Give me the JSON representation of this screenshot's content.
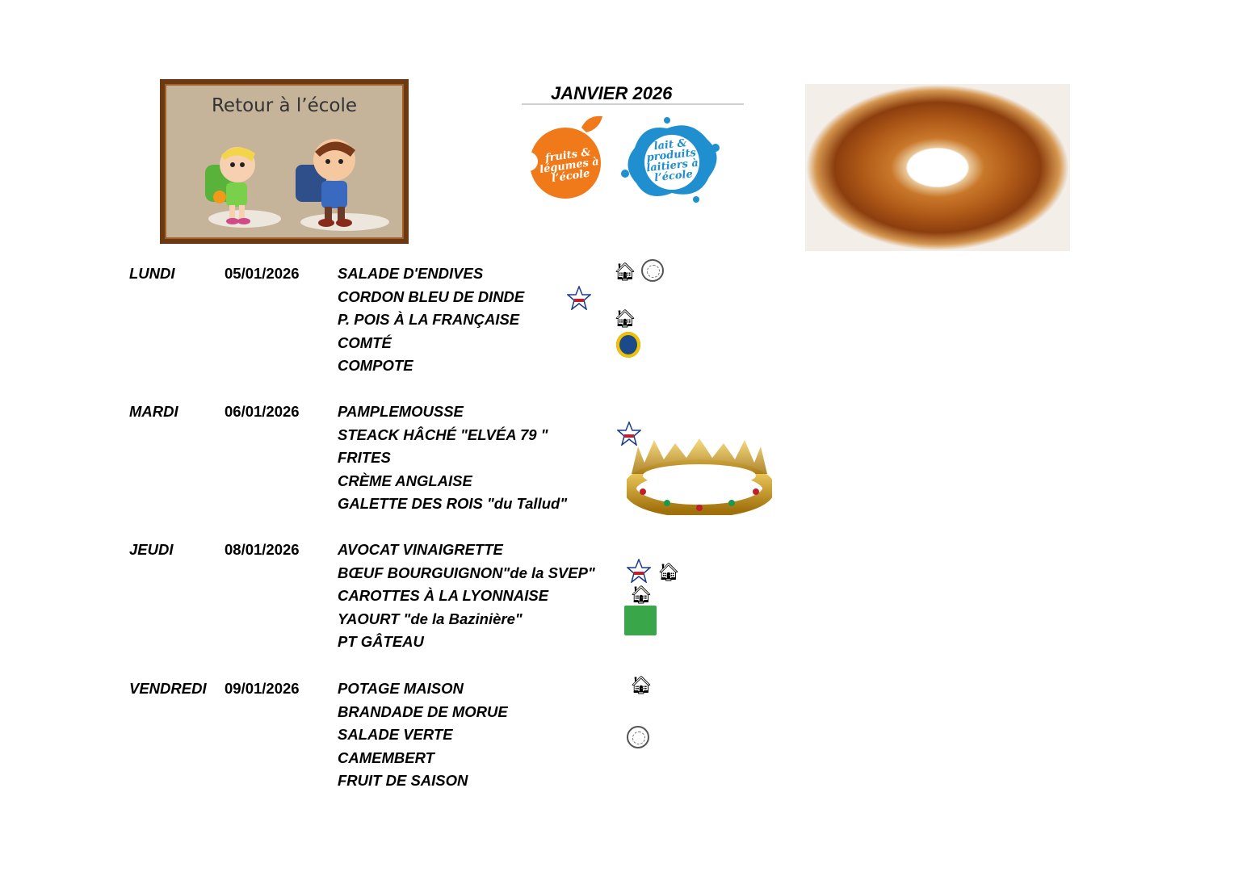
{
  "header": {
    "banner_text": "Retour à l’école",
    "month": "JANVIER 2026",
    "logo_fruits": "fruits & légumes à l’école",
    "logo_lait": "lait & produits laitiers à l’école"
  },
  "days": [
    {
      "day": "LUNDI",
      "date": "05/01/2026",
      "dishes": [
        "SALADE D'ENDIVES",
        "CORDON BLEU DE DINDE",
        "P. POIS À LA FRANÇAISE",
        "COMTÉ",
        "COMPOTE"
      ]
    },
    {
      "day": "MARDI",
      "date": "06/01/2026",
      "dishes": [
        "PAMPLEMOUSSE",
        "STEACK HÂCHÉ \"ELVÉA 79 \"",
        "FRITES",
        "CRÈME ANGLAISE",
        "GALETTE DES ROIS \"du Tallud\""
      ]
    },
    {
      "day": "JEUDI",
      "date": "08/01/2026",
      "dishes": [
        "AVOCAT VINAIGRETTE",
        "BŒUF BOURGUIGNON\"de la SVEP\"",
        "CAROTTES À LA LYONNAISE",
        "YAOURT \"de la Bazinière\"",
        "PT GÂTEAU"
      ]
    },
    {
      "day": "VENDREDI",
      "date": "09/01/2026",
      "dishes": [
        "POTAGE MAISON",
        "BRANDADE DE MORUE",
        "SALADE VERTE",
        "CAMEMBERT",
        "FRUIT DE SAISON"
      ]
    }
  ],
  "icons": {
    "house_glyph": "🏠︎",
    "house_name": "fait-maison-icon",
    "seal_name": "label-seal-icon",
    "star_name": "viande-francaise-icon",
    "igp_name": "aop-label-icon",
    "bbc_name": "bleu-blanc-coeur-icon"
  }
}
